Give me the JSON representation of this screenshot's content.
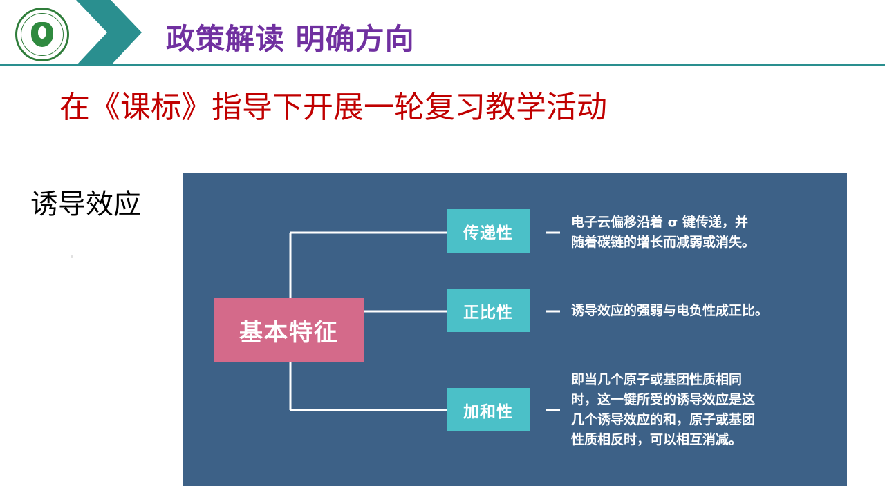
{
  "header": {
    "title": "政策解读 明确方向"
  },
  "subtitle": "在《课标》指导下开展一轮复习教学活动",
  "side_label": "诱导效应",
  "diagram": {
    "main_node": "基本特征",
    "branches": [
      {
        "label": "传递性",
        "description": [
          "电子云偏移沿着 σ 键传递，并",
          "随着碳链的增长而减弱或消失。"
        ]
      },
      {
        "label": "正比性",
        "description": [
          "诱导效应的强弱与电负性成正比。"
        ]
      },
      {
        "label": "加和性",
        "description": [
          "即当几个原子或基团性质相同",
          "时，这一键所受的诱导效应是这",
          "几个诱导效应的和，原子或基团",
          "性质相反时，可以相互消减。"
        ]
      }
    ]
  },
  "colors": {
    "title": "#7030a0",
    "subtitle": "#c00000",
    "panel": "#3d6187",
    "main_node": "#d46a8a",
    "branch_node": "#4bc0c8",
    "header_line": "#2a8f8f",
    "logo": "#2f7d3a"
  }
}
